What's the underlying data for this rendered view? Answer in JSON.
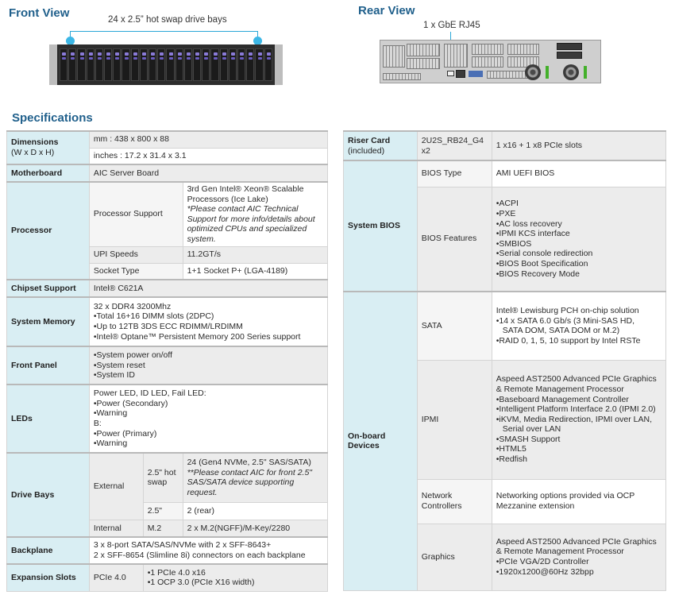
{
  "front": {
    "title": "Front View",
    "caption": "24 x 2.5” hot swap drive bays"
  },
  "rear": {
    "title": "Rear View",
    "caption": "1 x GbE RJ45"
  },
  "specifications_title": "Specifications",
  "left": {
    "dimensions": {
      "label": "Dimensions",
      "sublabel": "(W x D x H)",
      "mm": "mm : 438 x 800 x 88",
      "inches": "inches : 17.2 x 31.4 x 3.1"
    },
    "motherboard": {
      "label": "Motherboard",
      "value": "AIC Server Board"
    },
    "processor": {
      "label": "Processor",
      "support_label": "Processor Support",
      "support_value": "3rd Gen Intel® Xeon® Scalable Processors (Ice Lake)",
      "support_note": "*Please contact AIC Technical Support for more info/details about optimized CPUs and specialized system.",
      "upi_label": "UPI Speeds",
      "upi_value": "11.2GT/s",
      "socket_label": "Socket Type",
      "socket_value": "1+1 Socket P+ (LGA-4189)"
    },
    "chipset": {
      "label": "Chipset Support",
      "value": "Intel® C621A"
    },
    "memory": {
      "label": "System Memory",
      "line1": "32 x DDR4 3200Mhz",
      "items": [
        "Total 16+16 DIMM slots (2DPC)",
        "Up to 12TB 3DS ECC RDIMM/LRDIMM",
        "Intel® Optane™ Persistent Memory 200 Series support"
      ]
    },
    "front_panel": {
      "label": "Front Panel",
      "items": [
        "System power on/off",
        "System reset",
        "System ID"
      ]
    },
    "leds": {
      "label": "LEDs",
      "line1": "Power LED, ID LED, Fail LED:",
      "items_a": [
        "Power (Secondary)",
        "Warning"
      ],
      "line2": "B:",
      "items_b": [
        "Power (Primary)",
        "Warning"
      ]
    },
    "drive_bays": {
      "label": "Drive Bays",
      "external": "External",
      "hot_swap": "2.5\" hot swap",
      "hot_swap_value": "24 (Gen4 NVMe, 2.5\" SAS/SATA)",
      "hot_swap_note": "**Please contact AIC for front 2.5\" SAS/SATA device supporting request.",
      "rear_size": "2.5\"",
      "rear_value": "2 (rear)",
      "internal": "Internal",
      "m2": "M.2",
      "m2_value": "2 x M.2(NGFF)/M-Key/2280"
    },
    "backplane": {
      "label": "Backplane",
      "line1": "3 x 8-port SATA/SAS/NVMe with 2 x SFF-8643+",
      "line2": "2 x SFF-8654 (Slimline 8i) connectors on each backplane"
    },
    "expansion": {
      "label": "Expansion Slots",
      "bus": "PCIe 4.0",
      "items": [
        "1 PCIe 4.0 x16",
        "1 OCP 3.0 (PCIe X16 width)"
      ]
    }
  },
  "right": {
    "riser": {
      "label": "Riser Card",
      "sublabel": "(included)",
      "model": "2U2S_RB24_G4 x2",
      "value": "1 x16 + 1 x8 PCIe slots"
    },
    "bios": {
      "label": "System BIOS",
      "type_label": "BIOS Type",
      "type_value": "AMI UEFI BIOS",
      "features_label": "BIOS Features",
      "features": [
        "ACPI",
        "PXE",
        "AC loss recovery",
        "IPMI KCS interface",
        "SMBIOS",
        "Serial console redirection",
        "BIOS Boot Specification",
        "BIOS Recovery Mode"
      ]
    },
    "onboard": {
      "label": "On-board Devices",
      "sata_label": "SATA",
      "sata_line1": "Intel® Lewisburg PCH on-chip solution",
      "sata_item1": "14 x SATA 6.0 Gb/s (3 Mini-SAS HD,",
      "sata_item1b": "SATA DOM, SATA DOM or M.2)",
      "sata_item2": "RAID 0, 1, 5, 10 support by Intel RSTe",
      "ipmi_label": "IPMI",
      "ipmi_line1": "Aspeed AST2500 Advanced PCIe Graphics",
      "ipmi_line2": "& Remote Management Processor",
      "ipmi_items": [
        "Baseboard Management Controller",
        "Intelligent Platform Interface 2.0 (IPMI 2.0)",
        "iKVM, Media Redirection, IPMI over LAN,"
      ],
      "ipmi_items_cont": "Serial over LAN",
      "ipmi_items2": [
        "SMASH Support",
        "HTML5",
        "Redfish"
      ],
      "network_label": "Network Controllers",
      "network_value": "Networking options provided via OCP Mezzanine extension",
      "graphics_label": "Graphics",
      "graphics_line1": "Aspeed AST2500 Advanced PCIe Graphics",
      "graphics_line2": "& Remote Management Processor",
      "graphics_items": [
        "PCIe VGA/2D Controller",
        "1920x1200@60Hz 32bpp"
      ]
    }
  }
}
